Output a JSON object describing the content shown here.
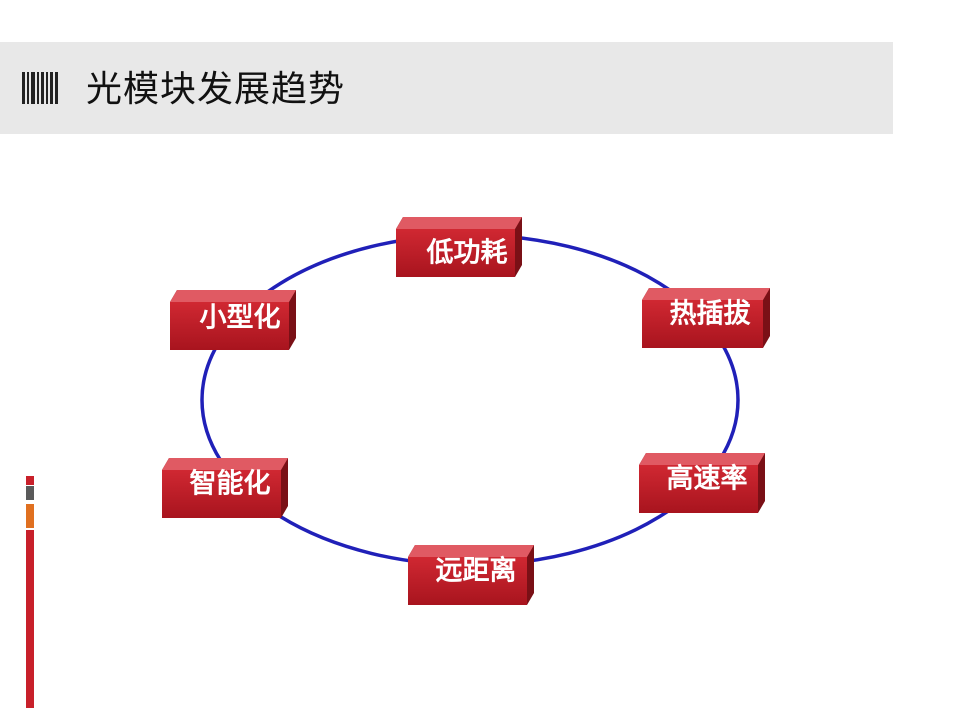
{
  "title": "光模块发展趋势",
  "diagram": {
    "nodes": [
      {
        "id": "low-power",
        "label": "低功耗"
      },
      {
        "id": "hot-plug",
        "label": "热插拔"
      },
      {
        "id": "high-speed",
        "label": "高速率"
      },
      {
        "id": "long-distance",
        "label": "远距离"
      },
      {
        "id": "intelligent",
        "label": "智能化"
      },
      {
        "id": "miniaturization",
        "label": "小型化"
      }
    ]
  },
  "colors": {
    "title_background": "#e8e8e8",
    "ellipse": "#2020b8",
    "box_front": "#c0202c",
    "box_top": "#e05a63",
    "box_side": "#7a1016",
    "accent_red": "#c8202a",
    "accent_gray": "#5a5a5a",
    "accent_orange": "#e07020"
  }
}
